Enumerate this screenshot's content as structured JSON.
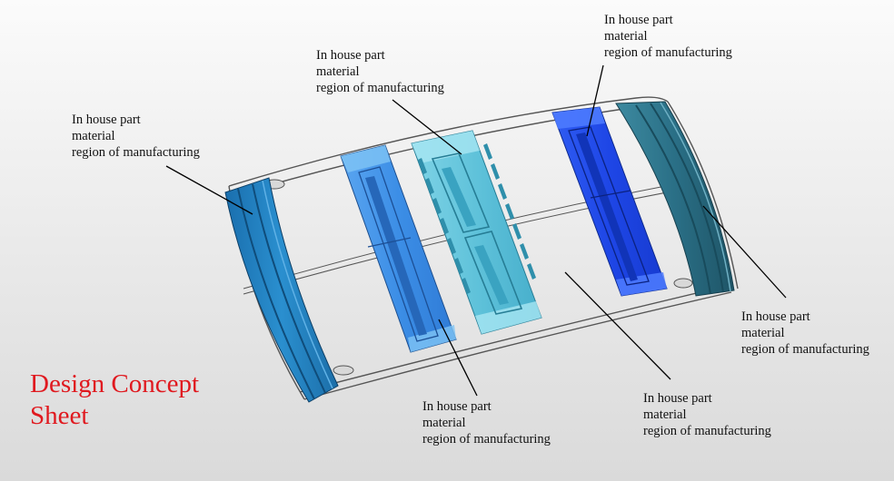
{
  "annotations": [
    {
      "line1": "In house part",
      "line2": "material",
      "line3": "region of manufacturing"
    },
    {
      "line1": "In house part",
      "line2": "material",
      "line3": "region of manufacturing"
    },
    {
      "line1": "In house part",
      "line2": "material",
      "line3": "region of manufacturing"
    },
    {
      "line1": "In house part",
      "line2": "material",
      "line3": "region of manufacturing"
    },
    {
      "line1": "In house part",
      "line2": "material",
      "line3": "region of manufacturing"
    },
    {
      "line1": "In house part",
      "line2": "material",
      "line3": "region of manufacturing"
    }
  ],
  "title": {
    "line1": "Design Concept",
    "line2": "Sheet"
  },
  "colors": {
    "title": "#e0191f",
    "part_light_blue": "#5fc2da",
    "part_blue": "#3c8ee6",
    "part_bright_blue": "#1e46e6",
    "part_steel_blue": "#1f7fbf",
    "part_teal": "#2a6f86"
  }
}
